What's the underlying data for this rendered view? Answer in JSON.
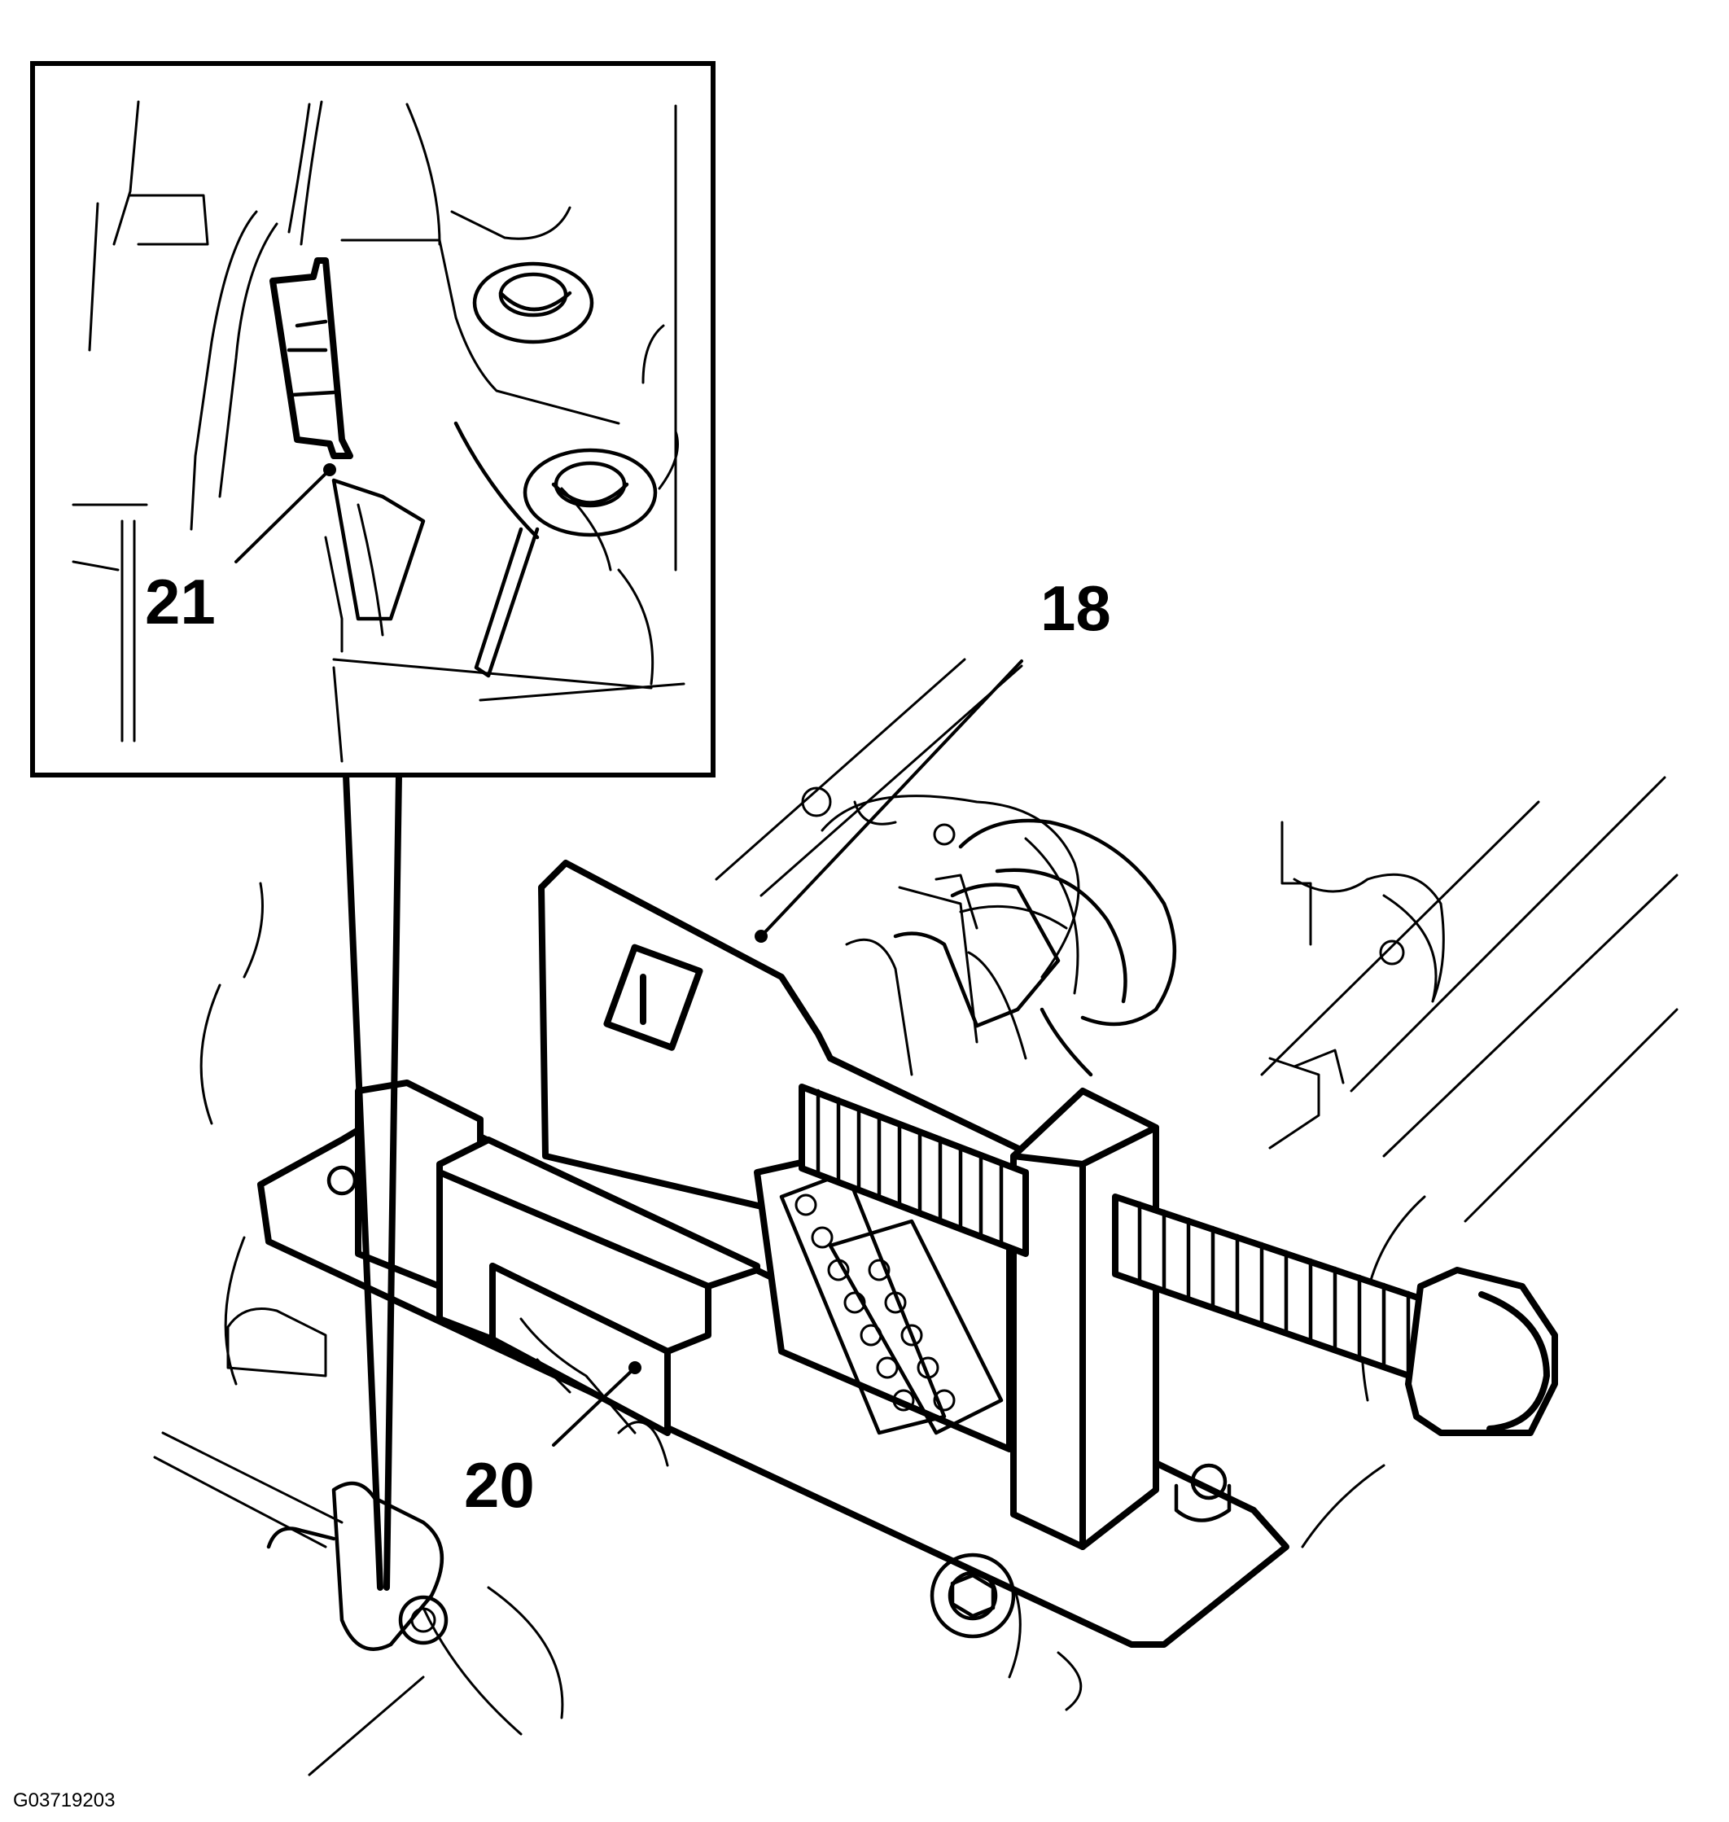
{
  "callouts": {
    "tool": "18",
    "chain_guide": "20",
    "tensioner_detail": "21"
  },
  "figure_id": "G03719203"
}
